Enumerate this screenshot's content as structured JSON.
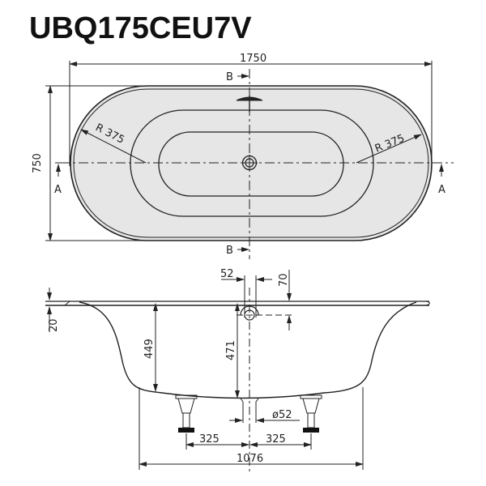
{
  "title": "UBQ175CEU7V",
  "top_view": {
    "length_label": "1750",
    "width_label": "750",
    "radius_left_label": "R 375",
    "radius_right_label": "R 375",
    "section_a_left": "A",
    "section_a_right": "A",
    "section_b_top": "B",
    "section_b_bottom": "B",
    "fill_color": "#e6e6e6",
    "line_color": "#222222"
  },
  "side_view": {
    "rim_thickness_label": "20",
    "inner_depth_label": "449",
    "drain_depth_label": "471",
    "overflow_width_label": "52",
    "overflow_height_label": "70",
    "drain_diameter_label": "ø52",
    "foot_left_offset_label": "325",
    "foot_right_offset_label": "325",
    "base_length_label": "1076"
  }
}
